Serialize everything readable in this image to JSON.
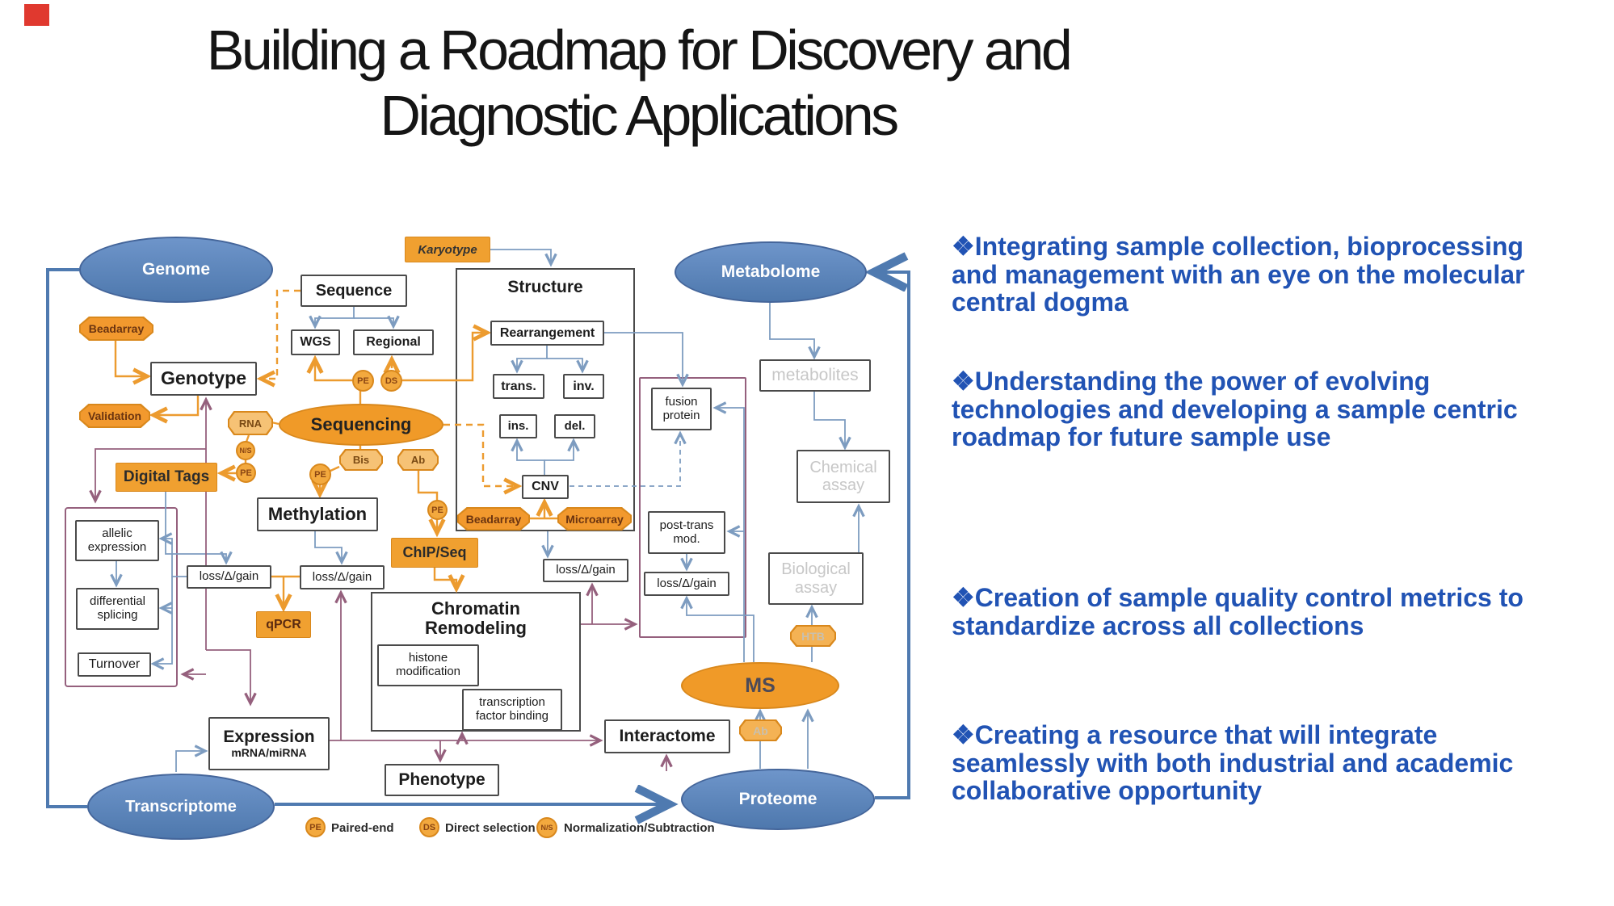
{
  "title": {
    "line1": "Building a Roadmap for Discovery and",
    "line2": "Diagnostic Applications"
  },
  "bullets": {
    "marker": "❖",
    "items": [
      "Integrating sample collection, bioprocessing and management with an eye on the molecular central dogma",
      "Understanding the power of evolving technologies and developing a sample centric roadmap for future sample use",
      "Creation of sample quality control metrics to standardize across all collections",
      "Creating a resource that will integrate seamlessly with both industrial and academic collaborative opportunity"
    ]
  },
  "diagram": {
    "ellipses": {
      "genome": "Genome",
      "metabolome": "Metabolome",
      "transcriptome": "Transcriptome",
      "proteome": "Proteome",
      "sequencing": "Sequencing",
      "ms": "MS"
    },
    "boxes": {
      "sequence": "Sequence",
      "wgs": "WGS",
      "regional": "Regional",
      "genotype": "Genotype",
      "structure": "Structure",
      "rearrangement": "Rearrangement",
      "trans": "trans.",
      "inv": "inv.",
      "ins": "ins.",
      "del": "del.",
      "cnv": "CNV",
      "methylation": "Methylation",
      "loss": "loss/Δ/gain",
      "fusion": "fusion protein",
      "post_trans": "post-trans mod.",
      "metabolites": "metabolites",
      "chemical": "Chemical assay",
      "biological": "Biological assay",
      "allelic": "allelic expression",
      "splicing": "differential splicing",
      "turnover": "Turnover",
      "chromatin": "Chromatin Remodeling",
      "histone": "histone modification",
      "tf": "transcription factor binding",
      "expression": "Expression",
      "expression_sub": "mRNA/miRNA",
      "phenotype": "Phenotype",
      "interactome": "Interactome"
    },
    "tech": {
      "karyotype": "Karyotype",
      "beadarray": "Beadarray",
      "validation": "Validation",
      "digital_tags": "Digital Tags",
      "chipseq": "ChIP/Seq",
      "qpcr": "qPCR",
      "microarray": "Microarray"
    },
    "tags": {
      "pe": "PE",
      "ds": "DS",
      "ns": "N/S",
      "rna": "RNA",
      "bis": "Bis",
      "ab": "Ab",
      "htb": "HTB"
    },
    "legend": [
      {
        "tag": "PE",
        "label": "Paired-end"
      },
      {
        "tag": "DS",
        "label": "Direct selection"
      },
      {
        "tag": "N/S",
        "label": "Normalization/Subtraction"
      }
    ]
  },
  "colors": {
    "bullet_blue": "#2153b4",
    "node_blue": "#5b83ba",
    "node_orange": "#f09a28",
    "line_blue": "#7d9cc0",
    "line_orange": "#ec9b2f",
    "line_purple": "#95607d",
    "loop_blue": "#4f7ab0",
    "corner_red": "#e0392f",
    "gray_text": "#c7c7c7"
  }
}
